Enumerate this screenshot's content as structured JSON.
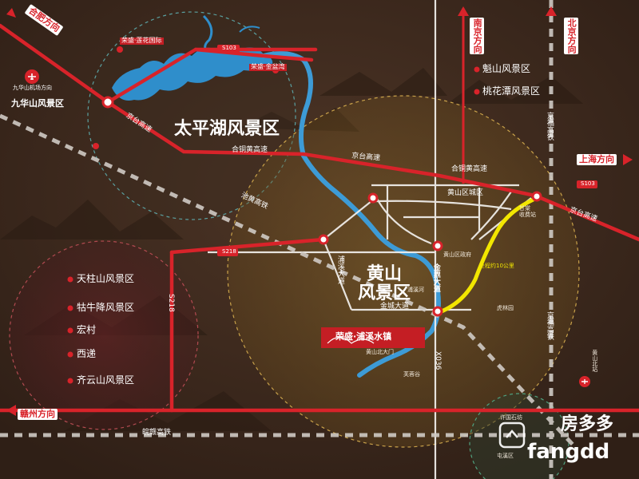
{
  "map_title": "",
  "directions": {
    "hefei": "合肥方向",
    "nanjing": "南京方向",
    "beijing": "北京方向",
    "shanghai": "上海方向",
    "ganzhou": "赣州方向",
    "jiuhua_airport": "九华山机场方向"
  },
  "areas": {
    "taiping_lake": "太平湖风景区",
    "huangshan": "黄山\n风景区",
    "huangshan_district": "黄山区城区"
  },
  "scenic_spots_right": [
    "魁山风景区",
    "桃花潭风景区"
  ],
  "scenic_spots_left": [
    "天柱山风景区",
    "牯牛降风景区",
    "宏村",
    "西递",
    "齐云山风景区"
  ],
  "jiuhua": "九华山风景区",
  "projects": {
    "lianhua": "荣盛·莲花国际",
    "jinpen": "荣盛·金盆湾",
    "pushui": "荣盛·浦溪水镇"
  },
  "roads": {
    "jingtai_1": "京台高速",
    "jingtai_2": "京台高速",
    "jingtai_3": "京台高速",
    "hetong": "合铜黄高速",
    "chiqi": "池黄高铁",
    "jingfu": "京福高铁",
    "jingfu2": "京福高铁",
    "wangan": "皖赣高铁",
    "s103": "S103",
    "s103b": "S103",
    "s218": "S218",
    "s218v": "S218",
    "x036": "X036",
    "jinding": "金鼎大道",
    "pushui_rd": "浦溪大道",
    "jincheng": "金城大道",
    "yellow_note": "全程约10公里"
  },
  "small_labels": {
    "huangshan_north_gate": "黄山北大门",
    "furong": "芙蓉谷",
    "hulin": "虎林园",
    "pushui_river": "浦溪河",
    "huangshan_gov": "黄山区政府",
    "ganxi": "甘棠\n收费站",
    "xikou": "许国石坊",
    "tunxi": "屯溪区",
    "station": "黄山北站"
  },
  "watermark": {
    "top": "房多多",
    "bottom": "fangdd"
  },
  "colors": {
    "background": "#3e2a1f",
    "red_road": "#d8232a",
    "white_road": "#f3f1ee",
    "yellow_route": "#f2e600",
    "lake": "#2f8ecb",
    "river": "#3d9bd6",
    "circle_gold": "#b38b2c",
    "circle_red": "#8b1f2a",
    "teal_circle": "#2a7a6e"
  }
}
